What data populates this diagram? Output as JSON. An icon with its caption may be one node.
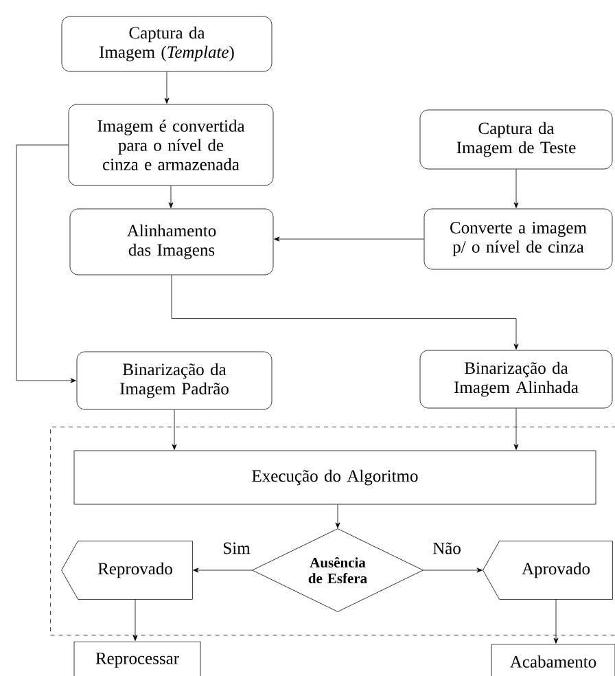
{
  "diagram": {
    "nodes": [
      {
        "text": [
          "Captura da Imagem (*Template*)"
        ]
      },
      {
        "text": [
          "Imagem é convertida para o nível de cinza e armazenada"
        ]
      },
      {
        "text": [
          "Captura da Imagem de Teste"
        ]
      },
      {
        "text": [
          "Alinhamento das Imagens"
        ]
      },
      {
        "text": [
          "Converte a imagem p/ o nível de cinza"
        ]
      },
      {
        "text": [
          "Binarização da Imagem Padrão"
        ]
      },
      {
        "text": [
          "Binarização da Imagem Alinhada"
        ]
      },
      {
        "text": [],
        "shape": "box"
      },
      {
        "text": [
          "Execução do Algoritmo"
        ],
        "in": 7
      },
      {
        "text": [
          "Ausência de Esfera"
        ],
        "in": 7
      },
      {
        "text": [
          "Reprovado"
        ],
        "in": 7
      },
      {
        "text": [
          "Aprovado"
        ],
        "in": 7
      },
      {
        "text": [
          "Reprocessar"
        ]
      },
      {
        "text": [
          "Acabamento"
        ]
      }
    ],
    "edges": [
      {
        "from": 0,
        "to": 1,
        "arrow": "to"
      },
      {
        "from": 1,
        "to": 3,
        "arrow": "to"
      },
      {
        "from": 2,
        "to": 4,
        "arrow": "to"
      },
      {
        "from": 4,
        "to": 3,
        "arrow": "to"
      },
      {
        "from": 3,
        "to": 6,
        "arrow": "to"
      },
      {
        "from": 1,
        "to": 5,
        "arrow": "to"
      },
      {
        "from": 5,
        "to": 8,
        "arrow": "to"
      },
      {
        "from": 6,
        "to": 8,
        "arrow": "to"
      },
      {
        "from": 8,
        "to": 9,
        "arrow": "to"
      },
      {
        "from": 9,
        "to": 10,
        "arrow": "to",
        "label": "Sim"
      },
      {
        "from": 9,
        "to": 11,
        "arrow": "to",
        "label": "Não"
      },
      {
        "from": 10,
        "to": 12,
        "arrow": "to"
      },
      {
        "from": 11,
        "to": 13,
        "arrow": "to"
      }
    ]
  }
}
